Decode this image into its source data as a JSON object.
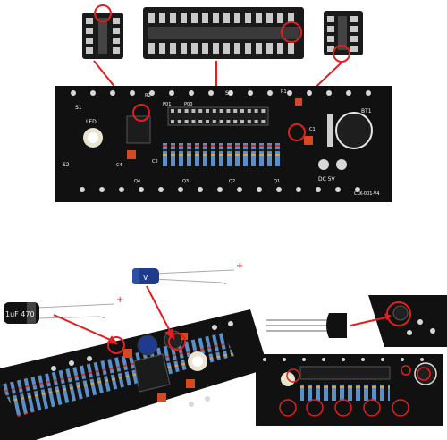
{
  "colors": {
    "background": "#ffffff",
    "pcb": "#111111",
    "silkscreen": "#ffffff",
    "socket": "#1a1a1a",
    "highlight_circle": "#e02020",
    "arrow": "#e02020",
    "resistor_body": "#5b8fc7",
    "capacitor_red": "#d34a1e",
    "capacitor_blue": "#1f3c8c"
  },
  "board_top": {
    "labels": {
      "s1": "S1",
      "s2": "S2",
      "s3": "S3",
      "led": "LED",
      "r2": "R2",
      "p01": "P01",
      "p00": "P00",
      "c4": "C4",
      "c2": "C2",
      "q1": "Q1",
      "q2": "Q2",
      "q3": "Q3",
      "q4": "Q4",
      "c1": "C1",
      "bt1": "BT1",
      "dc": "DC 5V",
      "code": "CLK-001-V4",
      "r1": "R1"
    }
  },
  "components": {
    "electrolytic_cap_small_label": "V",
    "electrolytic_cap_large_label": "1uF 470",
    "polarity_plus": "+",
    "polarity_minus": "-"
  },
  "icons": {
    "socket_8pin": "dip8-socket-icon",
    "socket_28pin": "dip28-socket-icon",
    "transistor": "to92-transistor-icon"
  }
}
